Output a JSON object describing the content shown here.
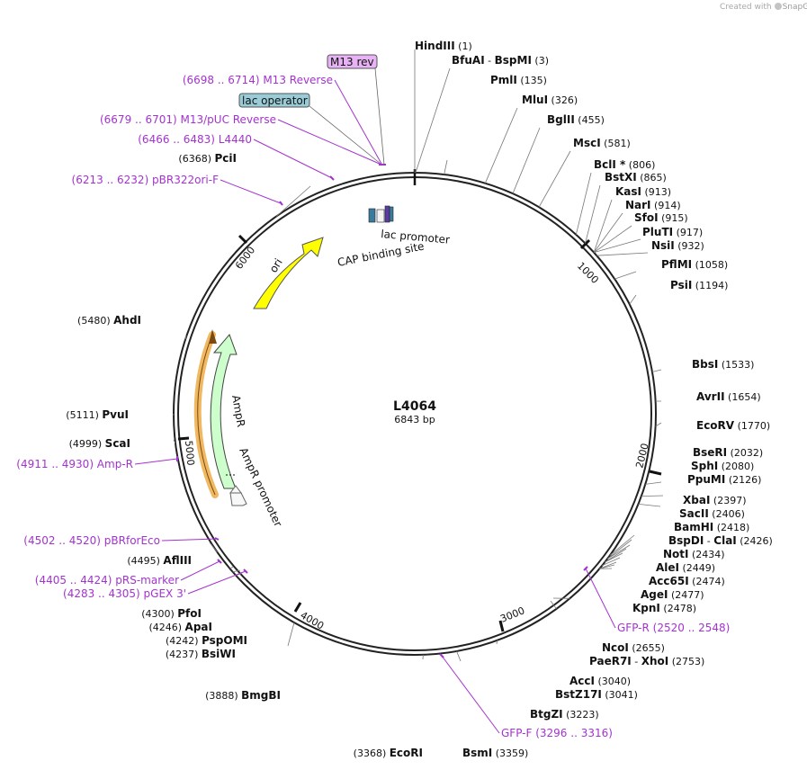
{
  "credit": {
    "prefix": "Created with",
    "brand": "SnapGene"
  },
  "plasmid": {
    "name": "L4064",
    "length_label": "6843 bp"
  },
  "ticks": [
    "1000",
    "2000",
    "3000",
    "4000",
    "5000",
    "6000"
  ],
  "features": {
    "ori": "ori",
    "ampr": "AmpR",
    "ampr_promoter": "AmpR promoter",
    "lac_promoter": "lac promoter",
    "cap_site": "CAP binding site"
  },
  "boxed": {
    "m13rev": "M13 rev",
    "lac_operator": "lac operator"
  },
  "sites": [
    {
      "name": "HindIII",
      "pos": "(1)"
    },
    {
      "name": "BfuAI",
      "name2": "BspMI",
      "pos": "(3)"
    },
    {
      "name": "PmlI",
      "pos": "(135)"
    },
    {
      "name": "MluI",
      "pos": "(326)"
    },
    {
      "name": "BglII",
      "pos": "(455)"
    },
    {
      "name": "MscI",
      "pos": "(581)"
    },
    {
      "name": "BclI",
      "star": "*",
      "pos": "(806)"
    },
    {
      "name": "BstXI",
      "pos": "(865)"
    },
    {
      "name": "KasI",
      "pos": "(913)"
    },
    {
      "name": "NarI",
      "pos": "(914)"
    },
    {
      "name": "SfoI",
      "pos": "(915)"
    },
    {
      "name": "PluTI",
      "pos": "(917)"
    },
    {
      "name": "NsiI",
      "pos": "(932)"
    },
    {
      "name": "PflMI",
      "pos": "(1058)"
    },
    {
      "name": "PsiI",
      "pos": "(1194)"
    },
    {
      "name": "BbsI",
      "pos": "(1533)"
    },
    {
      "name": "AvrII",
      "pos": "(1654)"
    },
    {
      "name": "EcoRV",
      "pos": "(1770)"
    },
    {
      "name": "BseRI",
      "pos": "(2032)"
    },
    {
      "name": "SphI",
      "pos": "(2080)"
    },
    {
      "name": "PpuMI",
      "pos": "(2126)"
    },
    {
      "name": "XbaI",
      "pos": "(2397)"
    },
    {
      "name": "SacII",
      "pos": "(2406)"
    },
    {
      "name": "BamHI",
      "pos": "(2418)"
    },
    {
      "name": "BspDI",
      "name2": "ClaI",
      "pos": "(2426)"
    },
    {
      "name": "NotI",
      "pos": "(2434)"
    },
    {
      "name": "AleI",
      "pos": "(2449)"
    },
    {
      "name": "Acc65I",
      "pos": "(2474)"
    },
    {
      "name": "AgeI",
      "pos": "(2477)"
    },
    {
      "name": "KpnI",
      "pos": "(2478)"
    },
    {
      "name": "NcoI",
      "pos": "(2655)"
    },
    {
      "name": "PaeR7I",
      "name2": "XhoI",
      "pos": "(2753)"
    },
    {
      "name": "AccI",
      "pos": "(3040)"
    },
    {
      "name": "BstZ17I",
      "pos": "(3041)"
    },
    {
      "name": "BtgZI",
      "pos": "(3223)"
    },
    {
      "name": "BsmI",
      "pos": "(3359)"
    },
    {
      "name": "EcoRI",
      "pos": "(3368)"
    },
    {
      "name": "BmgBI",
      "pos": "(3888)"
    },
    {
      "name": "BsiWI",
      "pos": "(4237)"
    },
    {
      "name": "PspOMI",
      "pos": "(4242)"
    },
    {
      "name": "ApaI",
      "pos": "(4246)"
    },
    {
      "name": "PfoI",
      "pos": "(4300)"
    },
    {
      "name": "AflIII",
      "pos": "(4495)"
    },
    {
      "name": "ScaI",
      "pos": "(4999)"
    },
    {
      "name": "PvuI",
      "pos": "(5111)"
    },
    {
      "name": "AhdI",
      "pos": "(5480)"
    },
    {
      "name": "PciI",
      "pos": "(6368)"
    }
  ],
  "primers": [
    {
      "name": "M13 Reverse",
      "range": "(6698 .. 6714)"
    },
    {
      "name": "M13/pUC Reverse",
      "range": "(6679 .. 6701)"
    },
    {
      "name": "L4440",
      "range": "(6466 .. 6483)"
    },
    {
      "name": "pBR322ori-F",
      "range": "(6213 .. 6232)"
    },
    {
      "name": "Amp-R",
      "range": "(4911 .. 4930)"
    },
    {
      "name": "pBRforEco",
      "range": "(4502 .. 4520)"
    },
    {
      "name": "pRS-marker",
      "range": "(4405 .. 4424)"
    },
    {
      "name": "pGEX 3'",
      "range": "(4283 .. 4305)"
    },
    {
      "name": "GFP-R",
      "range": "(2520 .. 2548)"
    },
    {
      "name": "GFP-F",
      "range": "(3296 .. 3316)"
    }
  ],
  "colors": {
    "primer": "#a333cf",
    "ori": "#ffff00",
    "ampr": "#ccffcc",
    "lac_operator": "#99ccd6",
    "m13_box": "#e8b3f5",
    "ampr_outline": "#f0b860"
  }
}
